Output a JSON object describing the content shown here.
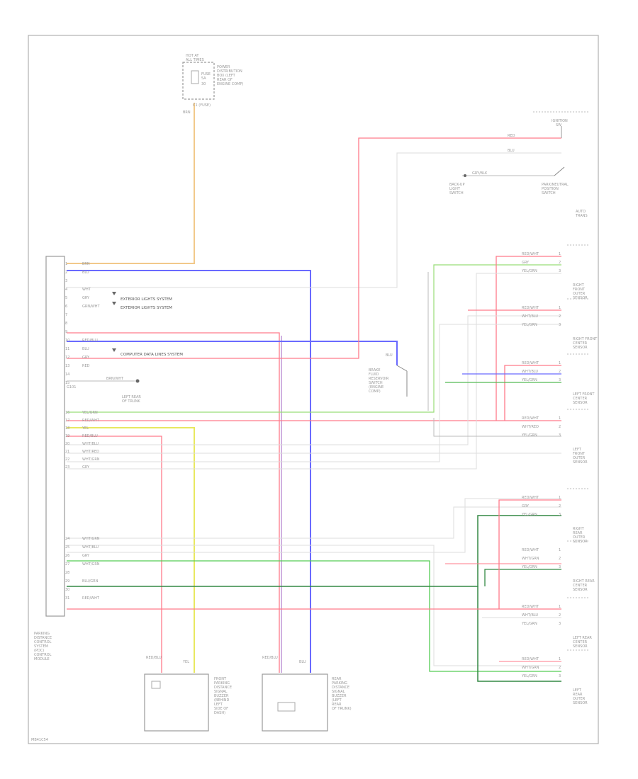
{
  "ecu": {
    "name_lines": [
      "PARKING",
      "DISTANCE",
      "CONTROL",
      "SYSTEM",
      "(PDC)",
      "CONTROL",
      "MODULE"
    ],
    "pins": [
      {
        "label": "BRN",
        "color": "#f2c98a"
      },
      {
        "label": "BLU",
        "color": "#6a6aff"
      },
      {
        "label": "",
        "color": ""
      },
      {
        "label": "WHT",
        "color": ""
      },
      {
        "label": "GRY",
        "color": ""
      },
      {
        "label": "GRN/WHT",
        "color": "#33bb55"
      },
      {
        "label": "",
        "color": ""
      },
      {
        "label": "",
        "color": ""
      },
      {
        "label": "",
        "color": ""
      },
      {
        "label": "RED/BLU",
        "color": "#ff7a8a"
      },
      {
        "label": "BLU",
        "color": "#6a6aff"
      },
      {
        "label": "GRY",
        "color": ""
      },
      {
        "label": "RED",
        "color": "#ff7a8a"
      },
      {
        "label": "",
        "color": ""
      },
      {
        "label": "",
        "color": ""
      },
      {
        "label": "YEL/GRN",
        "color": "#88dd66"
      },
      {
        "label": "RED/WHT",
        "color": "#ff7a8a"
      },
      {
        "label": "YEL",
        "color": "#e8e860"
      },
      {
        "label": "RED/BLU",
        "color": "#ff7a8a"
      },
      {
        "label": "WHT/BLU",
        "color": ""
      },
      {
        "label": "WHT/RED",
        "color": ""
      },
      {
        "label": "WHT/GRN",
        "color": ""
      },
      {
        "label": "GRY",
        "color": ""
      }
    ],
    "pins_lower": [
      {
        "label": "WHT/GRN",
        "color": ""
      },
      {
        "label": "WHT/BLU",
        "color": ""
      },
      {
        "label": "GRY",
        "color": ""
      },
      {
        "label": "WHT/GRN",
        "color": "#55cc55"
      },
      {
        "label": "",
        "color": ""
      },
      {
        "label": "BLU/GRN",
        "color": "#338844"
      },
      {
        "label": "",
        "color": ""
      },
      {
        "label": "RED/WHT",
        "color": "#ff7a8a"
      }
    ]
  },
  "fuse": {
    "title_lines": [
      "HOT AT",
      "ALL TIMES"
    ],
    "fuse_label": "FUSE",
    "fuse_amps": "5A",
    "fuse_num": "30",
    "desc_lines": [
      "POWER",
      "DISTRIBUTION",
      "BOX (LEFT",
      "REAR OF",
      "ENGINE COMP)"
    ],
    "connector": "C1 (FUSE)",
    "wire": "BRN"
  },
  "refs": [
    {
      "text": "EXTERIOR LIGHTS SYSTEM"
    },
    {
      "text": "EXTERIOR LIGHTS SYSTEM"
    },
    {
      "text": "COMPUTER DATA LINES SYSTEM"
    }
  ],
  "left_rear": {
    "lines": [
      "LEFT REAR",
      "OF TRUNK"
    ],
    "wire": "BRN/WHT"
  },
  "bus": {
    "wire": "BLU",
    "lines": [
      "BRAKE",
      "FLUID",
      "RESERVOIR",
      "SWITCH",
      "(ENGINE",
      "COMP)"
    ]
  },
  "ground_text": [
    "G101"
  ],
  "switch_area": {
    "ignition": [
      "IGNITION",
      "SW"
    ],
    "wires": [
      "RED",
      "BLU",
      "GRY/BLK"
    ],
    "backup_lines": [
      "BACK-UP",
      "LIGHT",
      "SWITCH"
    ],
    "park_lines": [
      "PARK/NEUTRAL",
      "POSITION",
      "SWITCH"
    ],
    "trans_lines": [
      "AUTO",
      "TRANS"
    ]
  },
  "sensors_front": [
    {
      "lines": [
        "RIGHT",
        "FRONT",
        "OUTER",
        "SENSOR"
      ],
      "wires": [
        "RED/WHT",
        "GRY",
        "YEL/GRN"
      ]
    },
    {
      "lines": [
        "RIGHT FRONT",
        "CENTER",
        "SENSOR"
      ],
      "wires": [
        "RED/WHT",
        "WHT/BLU",
        "YEL/GRN"
      ]
    },
    {
      "lines": [
        "LEFT FRONT",
        "CENTER",
        "SENSOR"
      ],
      "wires": [
        "RED/WHT",
        "WHT/BLU",
        "YEL/GRN"
      ]
    },
    {
      "lines": [
        "LEFT",
        "FRONT",
        "OUTER",
        "SENSOR"
      ],
      "wires": [
        "RED/WHT",
        "WHT/RED",
        "YEL/GRN"
      ]
    }
  ],
  "sensors_rear": [
    {
      "lines": [
        "RIGHT",
        "REAR",
        "OUTER",
        "SENSOR"
      ],
      "wires": [
        "RED/WHT",
        "GRY",
        "YEL/GRN"
      ]
    },
    {
      "lines": [
        "RIGHT REAR",
        "CENTER",
        "SENSOR"
      ],
      "wires": [
        "RED/WHT",
        "WHT/GRN",
        "YEL/GRN"
      ]
    },
    {
      "lines": [
        "LEFT REAR",
        "CENTER",
        "SENSOR"
      ],
      "wires": [
        "RED/WHT",
        "WHT/BLU",
        "YEL/GRN"
      ]
    },
    {
      "lines": [
        "LEFT",
        "REAR",
        "OUTER",
        "SENSOR"
      ],
      "wires": [
        "RED/WHT",
        "WHT/GRN",
        "YEL/GRN"
      ]
    }
  ],
  "buzzers": [
    {
      "lines": [
        "FRONT",
        "PARKING",
        "DISTANCE",
        "SIGNAL",
        "BUZZER",
        "(BEHIND",
        "LEFT",
        "SIDE OF",
        "DASH)"
      ],
      "wires": [
        "RED/BLU",
        "YEL"
      ]
    },
    {
      "lines": [
        "REAR",
        "PARKING",
        "DISTANCE",
        "SIGNAL",
        "BUZZER",
        "(LEFT",
        "REAR",
        "OF TRUNK)"
      ],
      "wires": [
        "RED/BLU",
        "BLU"
      ]
    }
  ],
  "footer": "MB41C54"
}
